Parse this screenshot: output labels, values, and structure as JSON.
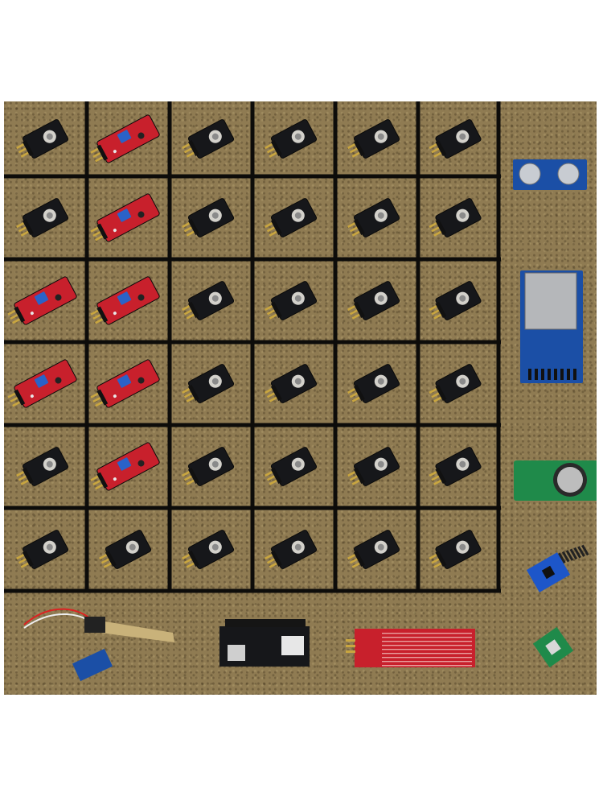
{
  "image": {
    "kind": "photo",
    "subject": "sensor-modules",
    "colors": {
      "mat": "#8f7b52",
      "grid_line": "#0d0c0a",
      "board_red": "#c8202c",
      "board_black": "#16171a",
      "board_blue": "#1b4fa6",
      "board_green": "#1f8a4a",
      "pin_gold": "#c9a640",
      "led_white": "#e8e6df",
      "trimpot_blue": "#2a62c8"
    },
    "cells": [
      [
        {
          "t": "black",
          "c": "joystick-module"
        },
        {
          "t": "red",
          "c": "trimpot-sensor-module"
        },
        {
          "t": "black",
          "c": "led-module"
        },
        {
          "t": "black",
          "c": "led-module"
        },
        {
          "t": "black",
          "c": "ir-receiver-module"
        },
        {
          "t": "black",
          "c": "ir-receiver-module"
        }
      ],
      [
        {
          "t": "black",
          "c": "relay-module"
        },
        {
          "t": "red",
          "c": "trimpot-sensor-module"
        },
        {
          "t": "black",
          "c": "rgb-led-module"
        },
        {
          "t": "black",
          "c": "led-module"
        },
        {
          "t": "black",
          "c": "sensor-module"
        },
        {
          "t": "black",
          "c": "sensor-module"
        }
      ],
      [
        {
          "t": "red",
          "c": "flame-sensor-module"
        },
        {
          "t": "red",
          "c": "trimpot-sensor-module"
        },
        {
          "t": "black",
          "c": "led-module"
        },
        {
          "t": "black",
          "c": "laser-module"
        },
        {
          "t": "black",
          "c": "relay-module"
        },
        {
          "t": "black",
          "c": "sensor-module"
        }
      ],
      [
        {
          "t": "red",
          "c": "microphone-module"
        },
        {
          "t": "red",
          "c": "trimpot-sensor-module"
        },
        {
          "t": "black",
          "c": "led-module"
        },
        {
          "t": "black",
          "c": "button-module"
        },
        {
          "t": "black",
          "c": "photoresistor-module"
        },
        {
          "t": "black",
          "c": "led-module"
        }
      ],
      [
        {
          "t": "black",
          "c": "sensor-module"
        },
        {
          "t": "red",
          "c": "trimpot-sensor-module"
        },
        {
          "t": "black",
          "c": "tilt-switch-module"
        },
        {
          "t": "black",
          "c": "tilt-switch-module"
        },
        {
          "t": "black",
          "c": "dht11-module"
        },
        {
          "t": "black",
          "c": "sensor-module"
        }
      ],
      [
        {
          "t": "black",
          "c": "ir-obstacle-module"
        },
        {
          "t": "black",
          "c": "buzzer-module"
        },
        {
          "t": "black",
          "c": "led-module"
        },
        {
          "t": "black",
          "c": "rotary-module"
        },
        {
          "t": "black",
          "c": "dual-led-module"
        },
        {
          "t": "black",
          "c": "led-module"
        }
      ]
    ],
    "side_items": [
      "ultrasonic-module",
      "sd-card-module",
      "rtc-module",
      "gyro-module",
      "small-breakout-module"
    ],
    "bottom_items": [
      "soil-moisture-sensor",
      "breadboard-power-module",
      "water-level-sensor"
    ]
  }
}
